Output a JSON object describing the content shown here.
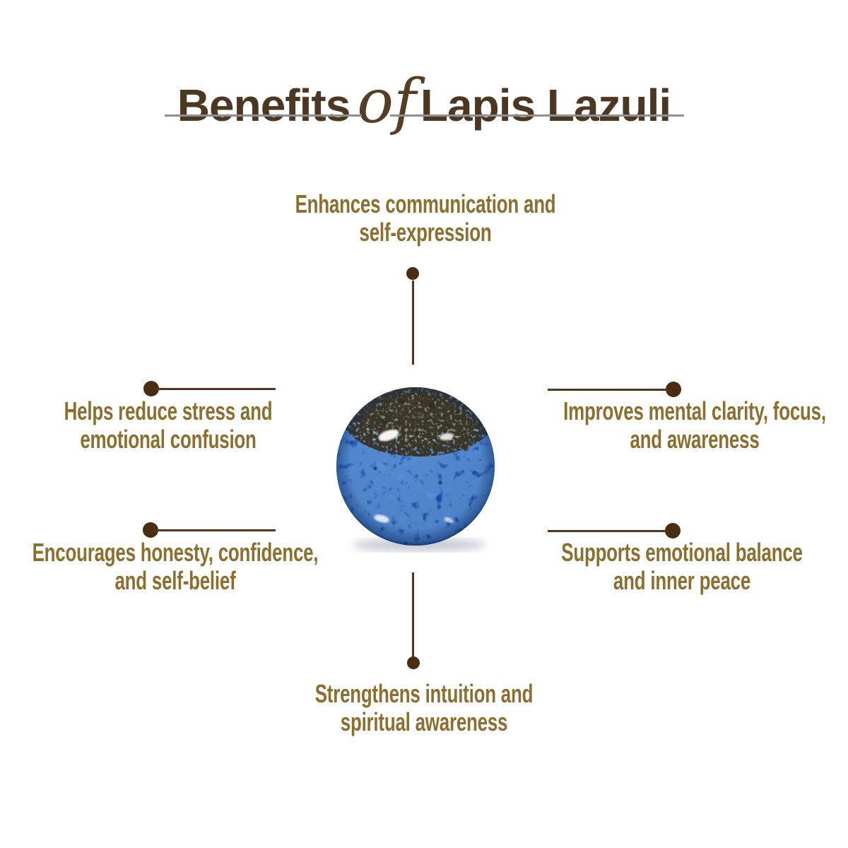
{
  "title": {
    "word1": "Benefits",
    "connector_word": "of",
    "word2": "Lapis Lazuli",
    "text_color": "#4b3722",
    "underline_color": "#8f8f8f"
  },
  "stone": {
    "semantic_name": "lapis-lazuli-stone",
    "primary_blue": "#2766cf",
    "light_patch_blue": "#7db4e8",
    "mottle_gray": "#9fb4b6",
    "speck_olive": "#3a3526"
  },
  "benefits": [
    {
      "id": "top",
      "text": "Enhances communication and\nself-expression"
    },
    {
      "id": "left-upper",
      "text": "Helps reduce stress and\nemotional confusion"
    },
    {
      "id": "left-lower",
      "text": "Encourages honesty, confidence,\nand self-belief"
    },
    {
      "id": "right-upper",
      "text": "Improves mental clarity, focus,\nand awareness"
    },
    {
      "id": "right-lower",
      "text": "Supports emotional balance\nand inner peace"
    },
    {
      "id": "bottom",
      "text": "Strengthens intuition and\nspiritual awareness"
    }
  ],
  "style_colors": {
    "benefit_text": "#8c6e2e",
    "connector_line": "#53361a",
    "connector_dot": "#4a2c11",
    "background": "#ffffff"
  }
}
